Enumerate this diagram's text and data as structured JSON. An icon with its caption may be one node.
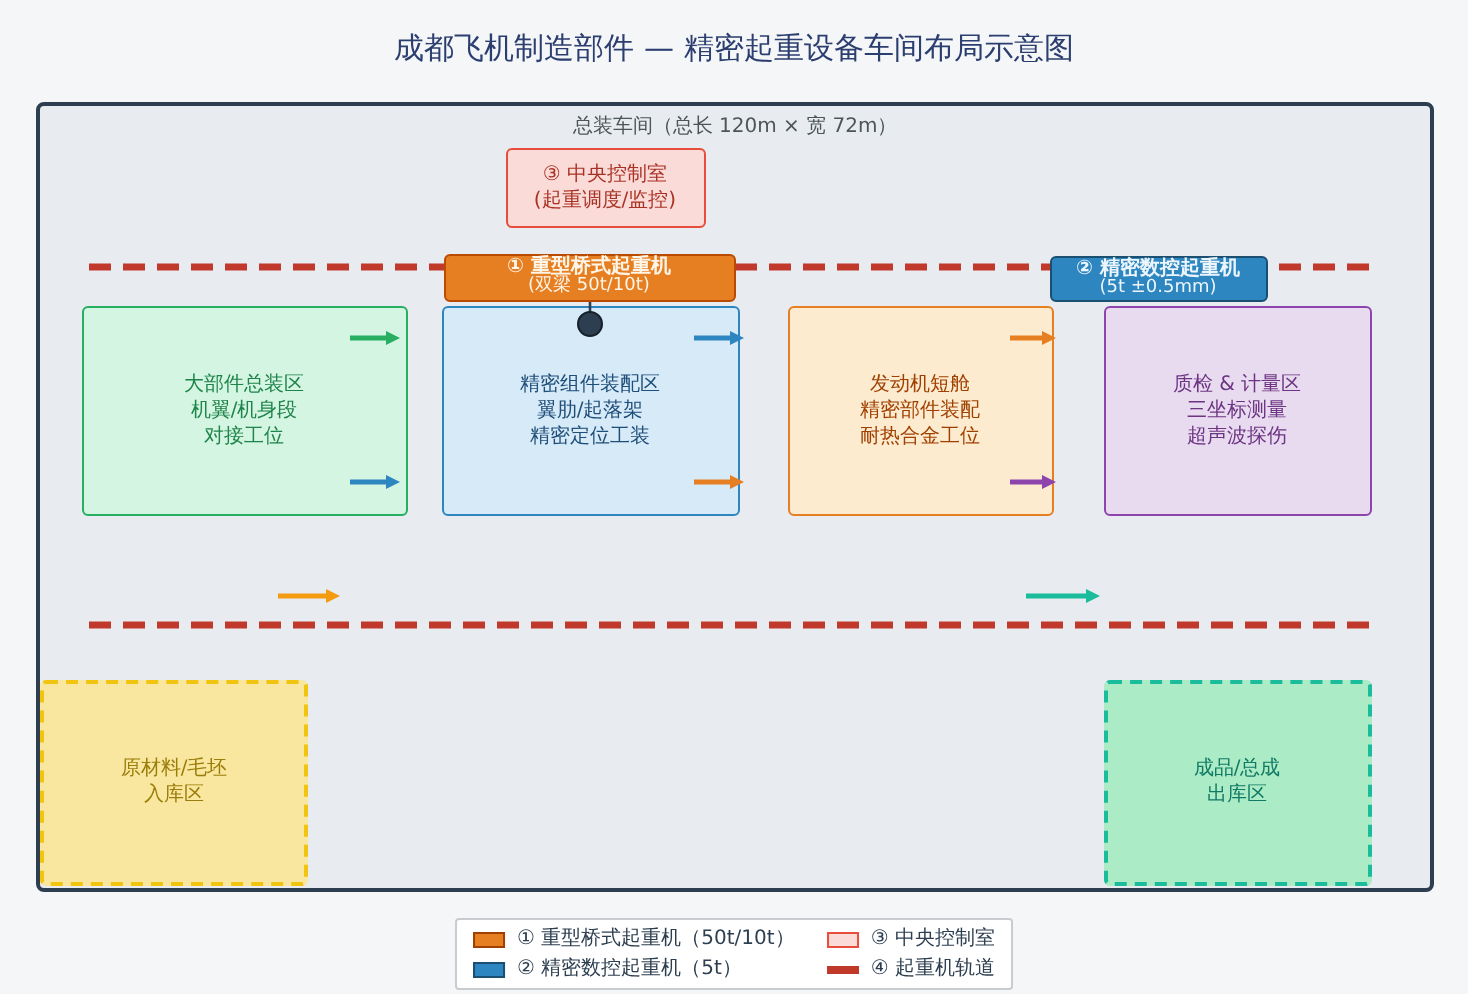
{
  "diagram": {
    "title": "成都飞机制造部件 — 精密起重设备车间布局示意图",
    "nodes": [
      {
        "text": [
          "总装车间（总长 120m × 宽 72m）"
        ]
      },
      {
        "text": [
          "③ 中央控制室",
          "(起重调度/监控)"
        ],
        "in": 0
      },
      {
        "text": [
          "① 重型桥式起重机",
          "(双梁 50t/10t)"
        ],
        "in": 0
      },
      {
        "text": [
          "② 精密数控起重机",
          "(5t ±0.5mm)"
        ],
        "in": 0
      },
      {
        "text": [
          "大部件总装区",
          "机翼/机身段",
          "对接工位"
        ],
        "in": 0
      },
      {
        "text": [
          "精密组件装配区",
          "翼肋/起落架",
          "精密定位工装"
        ],
        "in": 0
      },
      {
        "text": [
          "发动机短舱",
          "精密部件装配",
          "耐热合金工位"
        ],
        "in": 0
      },
      {
        "text": [
          "质检 & 计量区",
          "三坐标测量",
          "超声波探伤"
        ],
        "in": 0
      },
      {
        "text": [
          "原材料/毛坯",
          "入库区"
        ],
        "in": 0
      },
      {
        "text": [
          "成品/总成",
          "出库区"
        ],
        "in": 0
      }
    ],
    "legend": [
      {
        "text": "① 重型桥式起重机（50t/10t）",
        "color": "#e67e22"
      },
      {
        "text": "② 精密数控起重机（5t）",
        "color": "#2e86c1"
      },
      {
        "text": "③ 中央控制室",
        "color": "#fadbd8"
      },
      {
        "text": "④ 起重机轨道"
      }
    ]
  }
}
